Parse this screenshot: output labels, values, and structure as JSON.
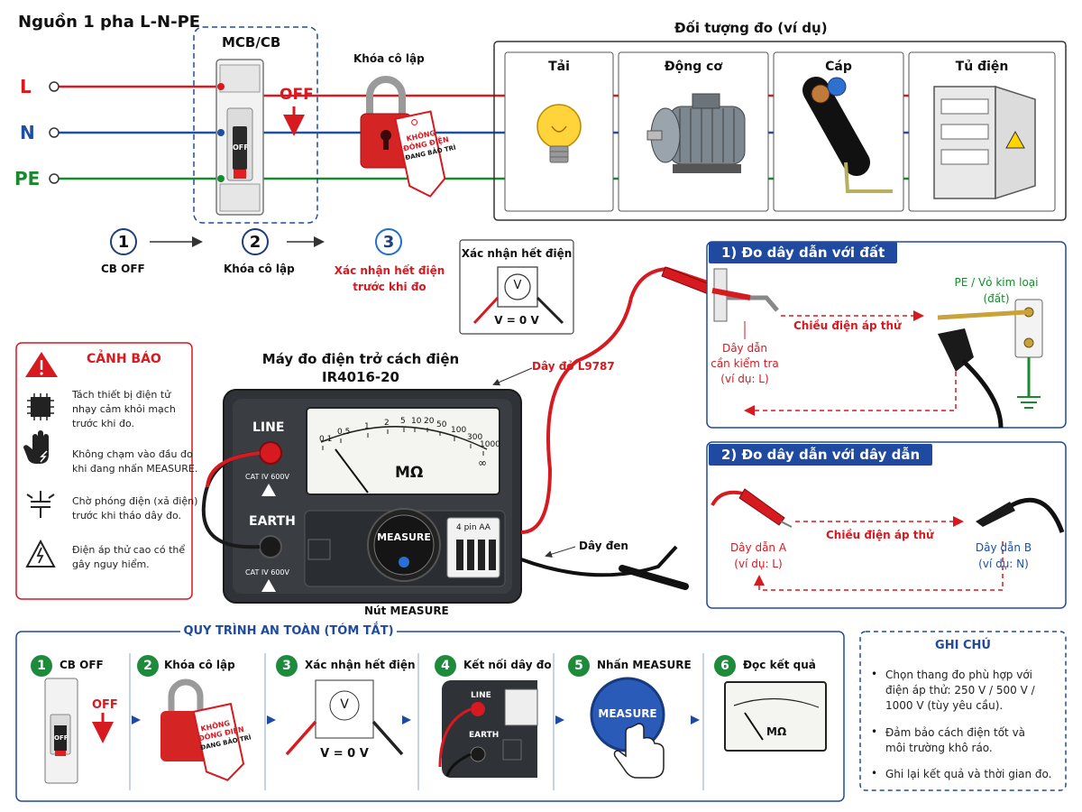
{
  "title": "Nguồn 1 pha L-N-PE",
  "lines": {
    "L": "L",
    "N": "N",
    "PE": "PE"
  },
  "mcb": {
    "title": "MCB/CB",
    "switch_label": "OFF",
    "off_label": "OFF"
  },
  "lock": {
    "title": "Khóa cô lập",
    "tag_line1": "KHÔNG",
    "tag_line2": "ĐÓNG ĐIỆN",
    "tag_line3": "ĐANG BẢO TRÌ"
  },
  "steps_top": [
    {
      "num": "1",
      "label": "CB OFF"
    },
    {
      "num": "2",
      "label": "Khóa cô lập"
    },
    {
      "num": "3",
      "label_line1": "Xác nhận hết điện",
      "label_line2": "trước khi đo"
    }
  ],
  "objects": {
    "title": "Đối tượng đo (ví dụ)",
    "items": [
      "Tải",
      "Động cơ",
      "Cáp",
      "Tủ điện"
    ]
  },
  "confirm_box": {
    "title": "Xác nhận hết điện",
    "meter_symbol": "V",
    "reading": "V = 0 V"
  },
  "warnings": {
    "title": "CẢNH BÁO",
    "items": [
      {
        "line1": "Tách thiết bị điện tử",
        "line2": "nhạy cảm khỏi mạch",
        "line3": "trước khi đo."
      },
      {
        "line1": "Không chạm vào đầu đo",
        "line2": "khi đang nhấn MEASURE."
      },
      {
        "line1": "Chờ phóng điện (xả điện)",
        "line2": "trước khi tháo dây đo."
      },
      {
        "line1": "Điện áp thử cao có thể",
        "line2": "gây nguy hiểm."
      }
    ]
  },
  "meter": {
    "title_line1": "Máy đo điện trở cách điện",
    "title_line2": "IR4016-20",
    "line_label": "LINE",
    "earth_label": "EARTH",
    "cat_label": "CAT IV 600V",
    "unit": "MΩ",
    "scale": [
      "0.1",
      "0.5",
      "1",
      "2",
      "5",
      "10",
      "20",
      "50",
      "100",
      "300",
      "1000",
      "∞"
    ],
    "measure_label": "MEASURE",
    "battery_label": "4 pin AA",
    "measure_caption": "Nút MEASURE",
    "red_lead": "Dây đỏ L9787",
    "black_lead": "Dây đen"
  },
  "panel1": {
    "title": "1) Đo dây dẫn với đất",
    "target_line1": "PE / Vỏ kim loại",
    "target_line2": "(đất)",
    "arrow_label": "Chiều điện áp thử",
    "conductor_line1": "Dây dẫn",
    "conductor_line2": "cần kiểm tra",
    "conductor_line3": "(ví dụ: L)"
  },
  "panel2": {
    "title": "2) Đo dây dẫn với dây dẫn",
    "a_line1": "Dây dẫn A",
    "a_line2": "(ví dụ: L)",
    "arrow_label": "Chiều điện áp thử",
    "b_line1": "Dây dẫn B",
    "b_line2": "(ví dụ: N)"
  },
  "procedure": {
    "title": "QUY TRÌNH AN TOÀN (TÓM TẮT)",
    "steps": [
      {
        "num": "1",
        "label": "CB OFF"
      },
      {
        "num": "2",
        "label": "Khóa cô lập"
      },
      {
        "num": "3",
        "label": "Xác nhận hết điện"
      },
      {
        "num": "4",
        "label": "Kết nối dây đo"
      },
      {
        "num": "5",
        "label": "Nhấn MEASURE"
      },
      {
        "num": "6",
        "label": "Đọc kết quả"
      }
    ],
    "cb_off": "OFF",
    "switch_off": "OFF",
    "tag_line1": "KHÔNG",
    "tag_line2": "ĐÓNG ĐIỆN",
    "tag_line3": "ĐANG BẢO TRÌ",
    "v_symbol": "V",
    "v_reading": "V = 0 V",
    "line_label": "LINE",
    "earth_label": "EARTH",
    "measure_label": "MEASURE",
    "unit": "MΩ"
  },
  "notes": {
    "title": "GHI CHÚ",
    "items": [
      {
        "line1": "Chọn thang đo phù hợp với",
        "line2": "điện áp thử: 250 V / 500 V /",
        "line3": "1000 V (tùy yêu cầu)."
      },
      {
        "line1": "Đảm bảo cách điện tốt và",
        "line2": "môi trường khô ráo."
      },
      {
        "line1": "Ghi lại kết quả và thời gian đo."
      }
    ]
  },
  "colors": {
    "L": "#d71920",
    "N": "#1f4fa0",
    "PE": "#178a2e",
    "panel_blue": "#1f4aa0",
    "step_green": "#1e8a3b"
  }
}
